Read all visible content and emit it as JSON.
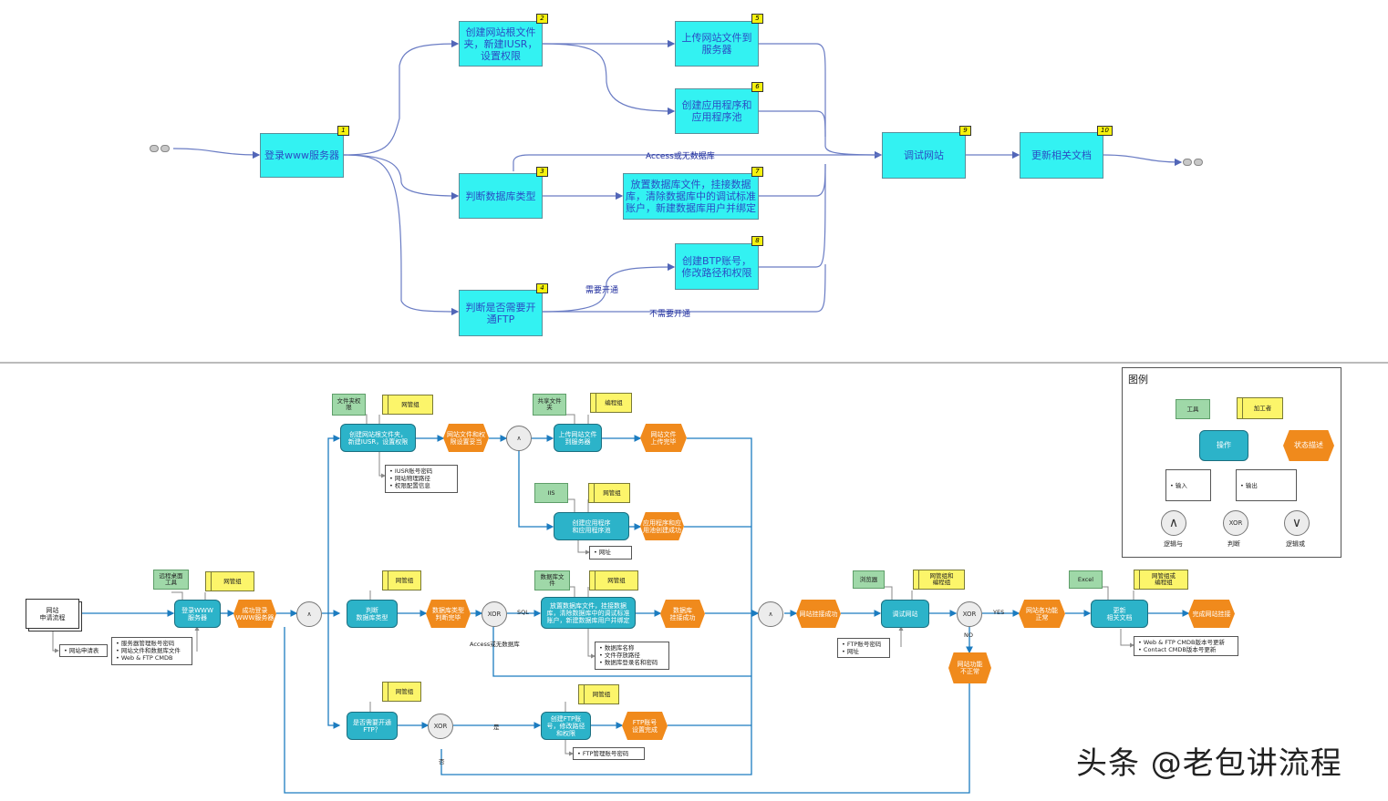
{
  "top": {
    "activities": [
      {
        "num": "1",
        "text": "登录www服务器"
      },
      {
        "num": "2",
        "text": "创建网站根文件夹，新建IUSR，设置权限"
      },
      {
        "num": "3",
        "text": "判断数据库类型"
      },
      {
        "num": "4",
        "text": "判断是否需要开通FTP"
      },
      {
        "num": "5",
        "text": "上传网站文件到服务器"
      },
      {
        "num": "6",
        "text": "创建应用程序和应用程序池"
      },
      {
        "num": "7",
        "text": "放置数据库文件，挂接数据库，清除数据库中的调试标准账户，新建数据库用户并绑定"
      },
      {
        "num": "8",
        "text": "创建BTP账号，修改路径和权限"
      },
      {
        "num": "9",
        "text": "调试网站"
      },
      {
        "num": "10",
        "text": "更新相关文档"
      }
    ],
    "labels": {
      "access": "Access或无数据库",
      "need": "需要开通",
      "noneed": "不需要开通"
    }
  },
  "bottom": {
    "start_doc": "网站\n申请流程",
    "start_note": "• 网站申请表",
    "functions": {
      "login": "登录WWW\n服务器",
      "create_root": "创建网站根文件夹，\n新建IUSR，设置权限",
      "upload": "上传网站文件\n到服务器",
      "app_pool": "创建应用程序\n和应用程序池",
      "db_type": "判断\n数据库类型",
      "db_place": "放置数据库文件，挂接数据\n库，清除数据库中的调试标准\n账户，新建数据库用户并绑定",
      "ftp_q": "是否需要开通\nFTP？",
      "ftp_create": "创建FTP账\n号，修改路径\n和权限",
      "debug": "调试网站",
      "update": "更新\n相关文档"
    },
    "events": {
      "login_ok": "成功登录\nWWW服务器",
      "perm_ok": "网站文件和权\n限设置妥当",
      "upload_ok": "网站文件\n上传完毕",
      "app_ok": "应用程序和应\n用池创建成功",
      "db_ok": "数据库类型\n判断完毕",
      "db_mount": "数据库\n挂接成功",
      "ftp_ok": "FTP账号\n设置完成",
      "link_ok": "网站挂接成功",
      "func_ok": "网站各功能\n正常",
      "func_bad": "网站功能\n不正常",
      "done": "完成网站挂接"
    },
    "tools": {
      "remote": "远程桌面\n工具",
      "folder": "文件夹权\n限",
      "share": "共享文件\n夹",
      "iis": "IIS",
      "dbfile": "数据库文\n件",
      "browser": "浏览器",
      "excel": "Excel"
    },
    "orgs": {
      "net": "网管组",
      "dev": "编程组",
      "netdev": "网管组和\n编程组",
      "netordev": "网管组或\n编程组"
    },
    "notes": {
      "login": [
        "• 服务器管理账号密码",
        "• 网站文件和数据库文件",
        "• Web & FTP CMDB"
      ],
      "root": [
        "• IUSR账号密码",
        "• 网站物理路径",
        "• 权限配置信息"
      ],
      "app": [
        "• 网址"
      ],
      "db": [
        "• 数据库名称",
        "• 文件存放路径",
        "• 数据库登录名和密码"
      ],
      "ftp": [
        "• FTP管理账号密码"
      ],
      "debug": [
        "• FTP账号密码",
        "• 网址"
      ],
      "update": [
        "• Web & FTP CMDB版本号更新",
        "• Contact CMDB版本号更新"
      ]
    },
    "gates": {
      "and": "∧",
      "xor": "XOR"
    },
    "labels": {
      "sql": "SQL",
      "access": "Access或无数据库",
      "yes_cn": "是",
      "no_cn": "否",
      "yes": "YES",
      "no": "NO"
    }
  },
  "legend": {
    "title": "图例",
    "tool": "工具",
    "org": "加工者",
    "op": "操作",
    "state": "状态描述",
    "input": "• 输入",
    "output": "• 输出",
    "and": "逻辑与",
    "xor": "判断",
    "or": "逻辑或",
    "and_sym": "∧",
    "xor_sym": "XOR",
    "or_sym": "∨"
  },
  "watermark": "头条 @老包讲流程"
}
